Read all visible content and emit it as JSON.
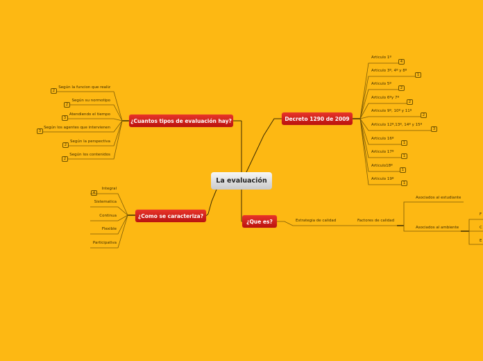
{
  "central": "La evaluación",
  "branches": {
    "tipos": {
      "title": "¿Cuantos tipos de evaluación hay?",
      "items": [
        {
          "label": "Según la funcion que realiz",
          "count": "2"
        },
        {
          "label": "Según su normotipo",
          "count": "2"
        },
        {
          "label": "Atendiendo el tiempo",
          "count": "3"
        },
        {
          "label": "Según los agentes que intervienen",
          "count": "3"
        },
        {
          "label": "Según la perspectiva",
          "count": "2"
        },
        {
          "label": "Según los contenidos",
          "count": "2"
        }
      ]
    },
    "decreto": {
      "title": "Decreto 1290 de 2009",
      "items": [
        {
          "label": "Articulo 1º",
          "count": "4"
        },
        {
          "label": "Articulo 3º, 4º y 8º",
          "count": "1"
        },
        {
          "label": "Articulo 5º",
          "count": "2"
        },
        {
          "label": "Articulo 6ºy 7º",
          "count": "2"
        },
        {
          "label": "Articulo 9º, 10º y 11º",
          "count": "2"
        },
        {
          "label": "Articulo 12º,13º, 14º y 15º",
          "count": "3"
        },
        {
          "label": "Articulo 16º",
          "count": "1"
        },
        {
          "label": "Articulo 17º",
          "count": "1"
        },
        {
          "label": "Articulo18º",
          "count": "1"
        },
        {
          "label": "Articulo 19º",
          "count": "1"
        }
      ]
    },
    "caracteriza": {
      "title": "¿Como se caracteriza?",
      "items": [
        {
          "label": "Integral",
          "count": "4"
        },
        {
          "label": "Sistematica"
        },
        {
          "label": "Continua"
        },
        {
          "label": "Flexible"
        },
        {
          "label": "Participativa"
        }
      ]
    },
    "que_es": {
      "title": "¿Que es?",
      "estrategia": "Estrategia de calidad",
      "factores": "Factores de calidad",
      "estudiante": "Asociados al estudiante",
      "ambiente": "Asociados al ambiente",
      "ambiente_items": [
        "F",
        "C",
        "E"
      ]
    }
  }
}
